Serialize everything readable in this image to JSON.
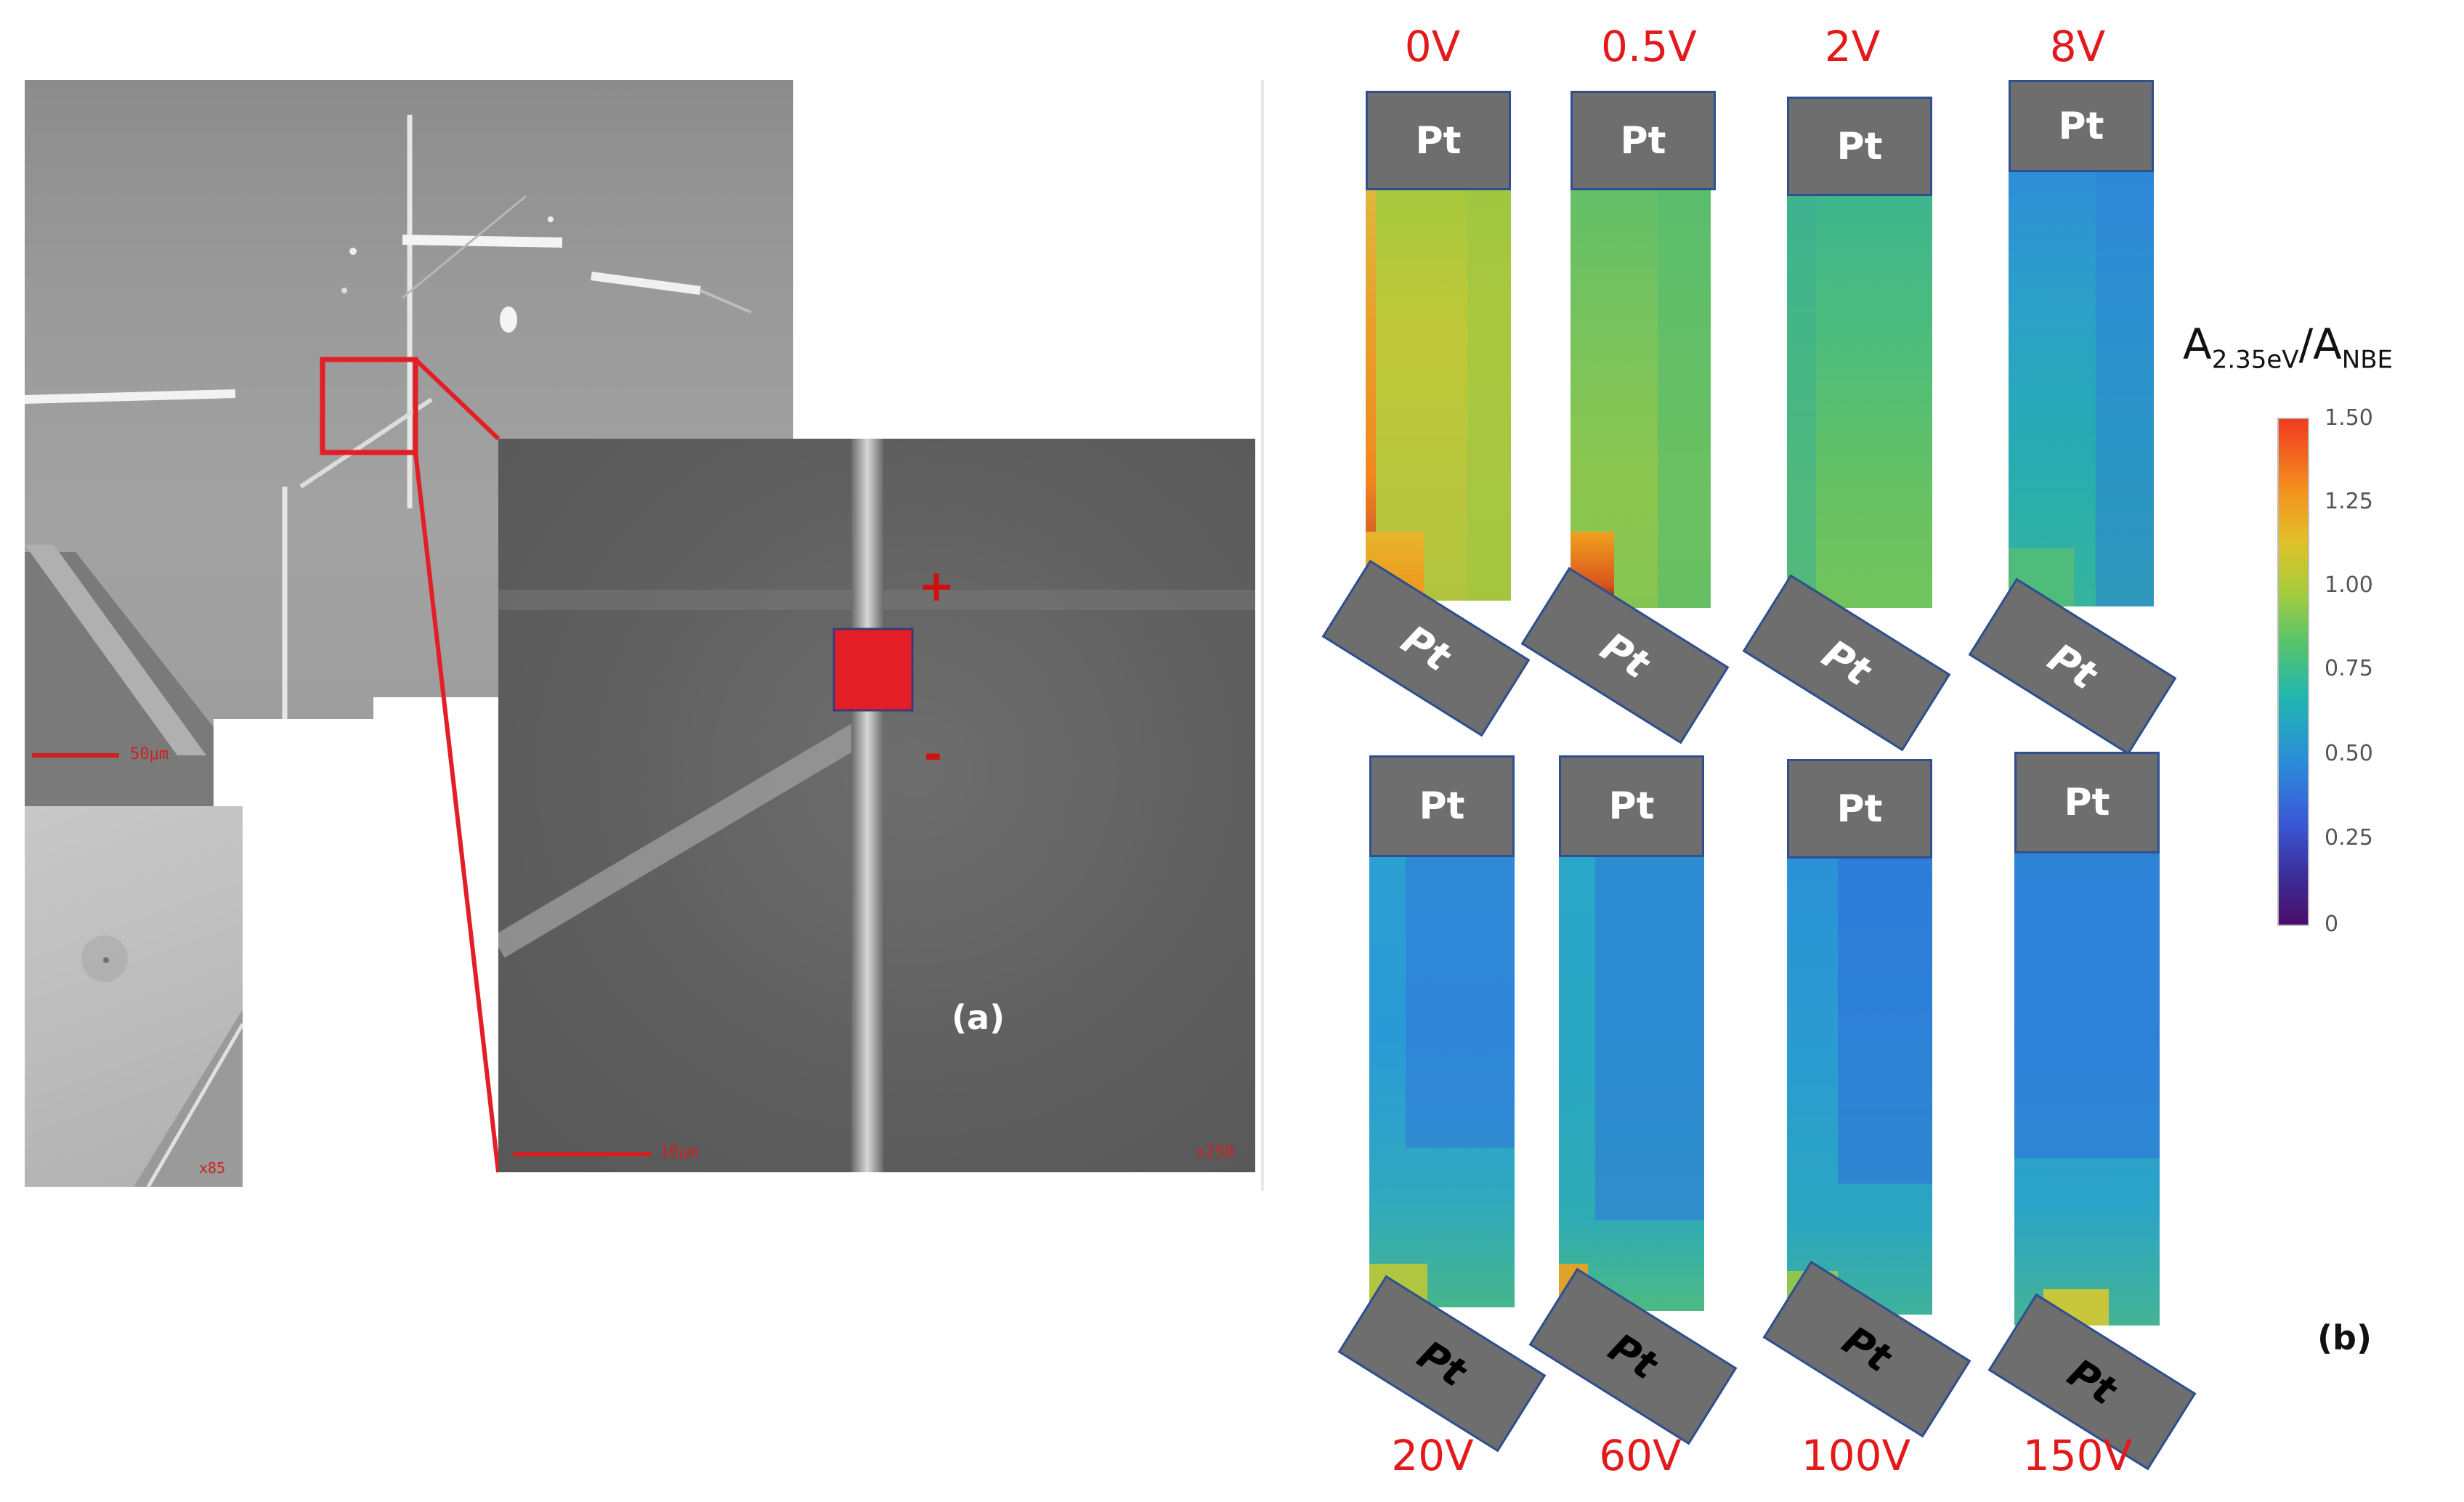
{
  "panel_a": {
    "label": "(a)",
    "scale_main": "50μm",
    "scale_zoom": "10μm",
    "mag_inset": "x85",
    "mag_zoom": "x250",
    "plus": "+",
    "minus": "-"
  },
  "panel_b": {
    "label": "(b)",
    "contact_label": "Pt",
    "voltages_top": [
      "0V",
      "0.5V",
      "2V",
      "8V"
    ],
    "voltages_bottom": [
      "20V",
      "60V",
      "100V",
      "150V"
    ]
  },
  "colorbar": {
    "title_main": "A",
    "title_sub1": "2.35eV",
    "title_slash": "/A",
    "title_sub2": "NBE",
    "ticks": [
      "1.50",
      "1.25",
      "1.00",
      "0.75",
      "0.50",
      "0.25",
      "0"
    ]
  },
  "colors": {
    "voltage_label": "#e31a1c",
    "pt_box": "#6e6e6e",
    "highlight_box": "#e41e26"
  }
}
